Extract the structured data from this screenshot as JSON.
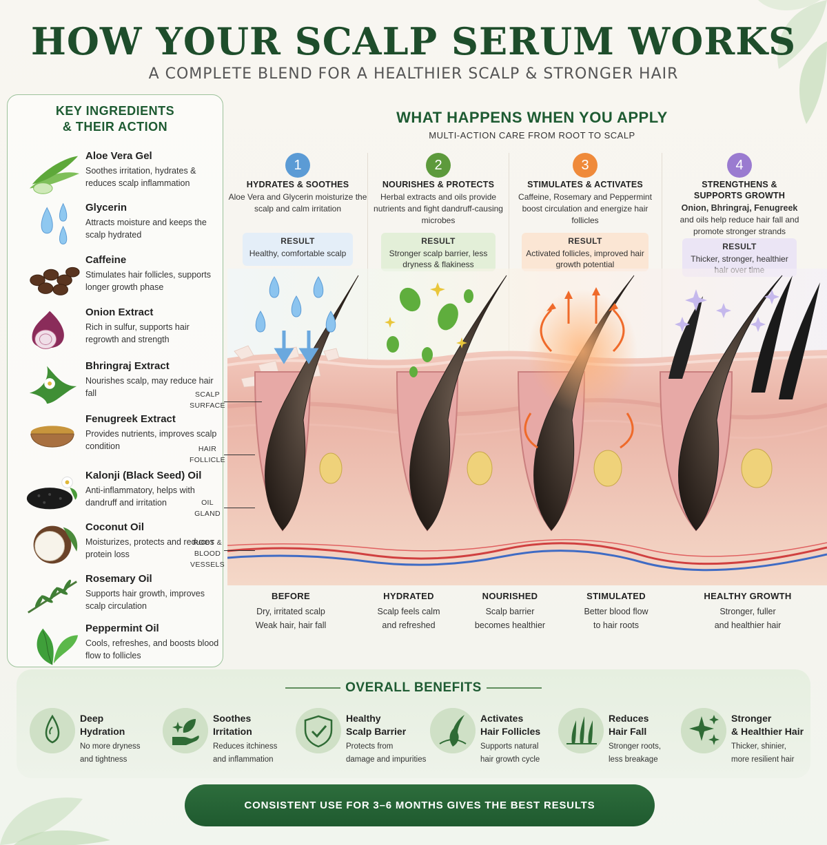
{
  "header": {
    "title": "HOW YOUR SCALP SERUM WORKS",
    "subtitle": "A COMPLETE BLEND FOR A HEALTHIER SCALP & STRONGER HAIR"
  },
  "ingredients": {
    "title_line1": "KEY INGREDIENTS",
    "title_line2": "& THEIR ACTION",
    "items": [
      {
        "name": "Aloe Vera Gel",
        "desc": "Soothes irritation, hydrates & reduces scalp inflammation",
        "icon": "aloe-vera-icon"
      },
      {
        "name": "Glycerin",
        "desc": "Attracts moisture and keeps the scalp hydrated",
        "icon": "water-drops-icon"
      },
      {
        "name": "Caffeine",
        "desc": "Stimulates hair follicles, supports longer growth phase",
        "icon": "coffee-beans-icon"
      },
      {
        "name": "Onion Extract",
        "desc": "Rich in sulfur, supports hair regrowth and strength",
        "icon": "onion-icon"
      },
      {
        "name": "Bhringraj Extract",
        "desc": "Nourishes scalp, may reduce hair fall",
        "icon": "bhringraj-flower-icon"
      },
      {
        "name": "Fenugreek Extract",
        "desc": "Provides nutrients, improves scalp condition",
        "icon": "fenugreek-bowl-icon"
      },
      {
        "name": "Kalonji (Black Seed) Oil",
        "desc": "Anti-inflammatory, helps with dandruff and irritation",
        "icon": "black-seeds-icon"
      },
      {
        "name": "Coconut Oil",
        "desc": "Moisturizes, protects and reduces protein loss",
        "icon": "coconut-icon"
      },
      {
        "name": "Rosemary Oil",
        "desc": "Supports hair growth, improves scalp circulation",
        "icon": "rosemary-sprig-icon"
      },
      {
        "name": "Peppermint Oil",
        "desc": "Cools, refreshes, and boosts blood flow to follicles",
        "icon": "peppermint-leaf-icon"
      }
    ]
  },
  "callouts": [
    {
      "l1": "SCALP",
      "l2": "SURFACE"
    },
    {
      "l1": "HAIR",
      "l2": "FOLLICLE"
    },
    {
      "l1": "OIL",
      "l2": "GLAND"
    },
    {
      "l1": "ROOT &",
      "l2": "BLOOD",
      "l3": "VESSELS"
    }
  ],
  "process": {
    "title": "WHAT HAPPENS WHEN YOU APPLY",
    "subtitle": "MULTI-ACTION CARE FROM ROOT TO SCALP",
    "result_label": "RESULT",
    "steps": [
      {
        "num": "1",
        "title": "HYDRATES & SOOTHES",
        "desc": "Aloe Vera and Glycerin moisturize the scalp and calm irritation",
        "result": "Healthy, comfortable scalp",
        "color": "#5b9bd5"
      },
      {
        "num": "2",
        "title": "NOURISHES & PROTECTS",
        "desc": "Herbal extracts and oils provide nutrients and fight dandruff-causing microbes",
        "result": "Stronger scalp barrier, less dryness & flakiness",
        "color": "#5d9a3c"
      },
      {
        "num": "3",
        "title": "STIMULATES & ACTIVATES",
        "desc": "Caffeine, Rosemary and Peppermint boost circulation and energize hair follicles",
        "result": "Activated follicles, improved hair growth potential",
        "color": "#ef8a3a"
      },
      {
        "num": "4",
        "title": "STRENGTHENS & SUPPORTS GROWTH",
        "desc_bold": "Onion, Bhringraj, Fenugreek",
        "desc": "and oils help reduce hair fall and promote stronger strands",
        "result": "Thicker, stronger, healthier hair over time",
        "color": "#9a7bd0"
      }
    ]
  },
  "stages": [
    {
      "label": "BEFORE",
      "l1": "Dry, irritated scalp",
      "l2": "Weak hair, hair fall"
    },
    {
      "label": "HYDRATED",
      "l1": "Scalp feels calm",
      "l2": "and refreshed"
    },
    {
      "label": "NOURISHED",
      "l1": "Scalp barrier",
      "l2": "becomes healthier"
    },
    {
      "label": "STIMULATED",
      "l1": "Better blood flow",
      "l2": "to hair roots"
    },
    {
      "label": "HEALTHY GROWTH",
      "l1": "Stronger, fuller",
      "l2": "and healthier hair"
    }
  ],
  "benefits": {
    "title": "OVERALL BENEFITS",
    "items": [
      {
        "t1": "Deep",
        "t2": "Hydration",
        "d1": "No more dryness",
        "d2": "and tightness",
        "icon": "water-drop-icon"
      },
      {
        "t1": "Soothes",
        "t2": "Irritation",
        "d1": "Reduces itchiness",
        "d2": "and inflammation",
        "icon": "hand-leaf-icon"
      },
      {
        "t1": "Healthy",
        "t2": "Scalp Barrier",
        "d1": "Protects from",
        "d2": "damage and impurities",
        "icon": "shield-icon"
      },
      {
        "t1": "Activates",
        "t2": "Hair Follicles",
        "d1": "Supports natural",
        "d2": "hair growth cycle",
        "icon": "follicle-icon"
      },
      {
        "t1": "Reduces",
        "t2": "Hair Fall",
        "d1": "Stronger roots,",
        "d2": "less breakage",
        "icon": "hair-roots-icon"
      },
      {
        "t1": "Stronger",
        "t2": "& Healthier Hair",
        "d1": "Thicker, shinier,",
        "d2": "more resilient hair",
        "icon": "sparkles-icon"
      }
    ]
  },
  "cta": "CONSISTENT USE FOR 3–6 MONTHS GIVES THE BEST RESULTS"
}
